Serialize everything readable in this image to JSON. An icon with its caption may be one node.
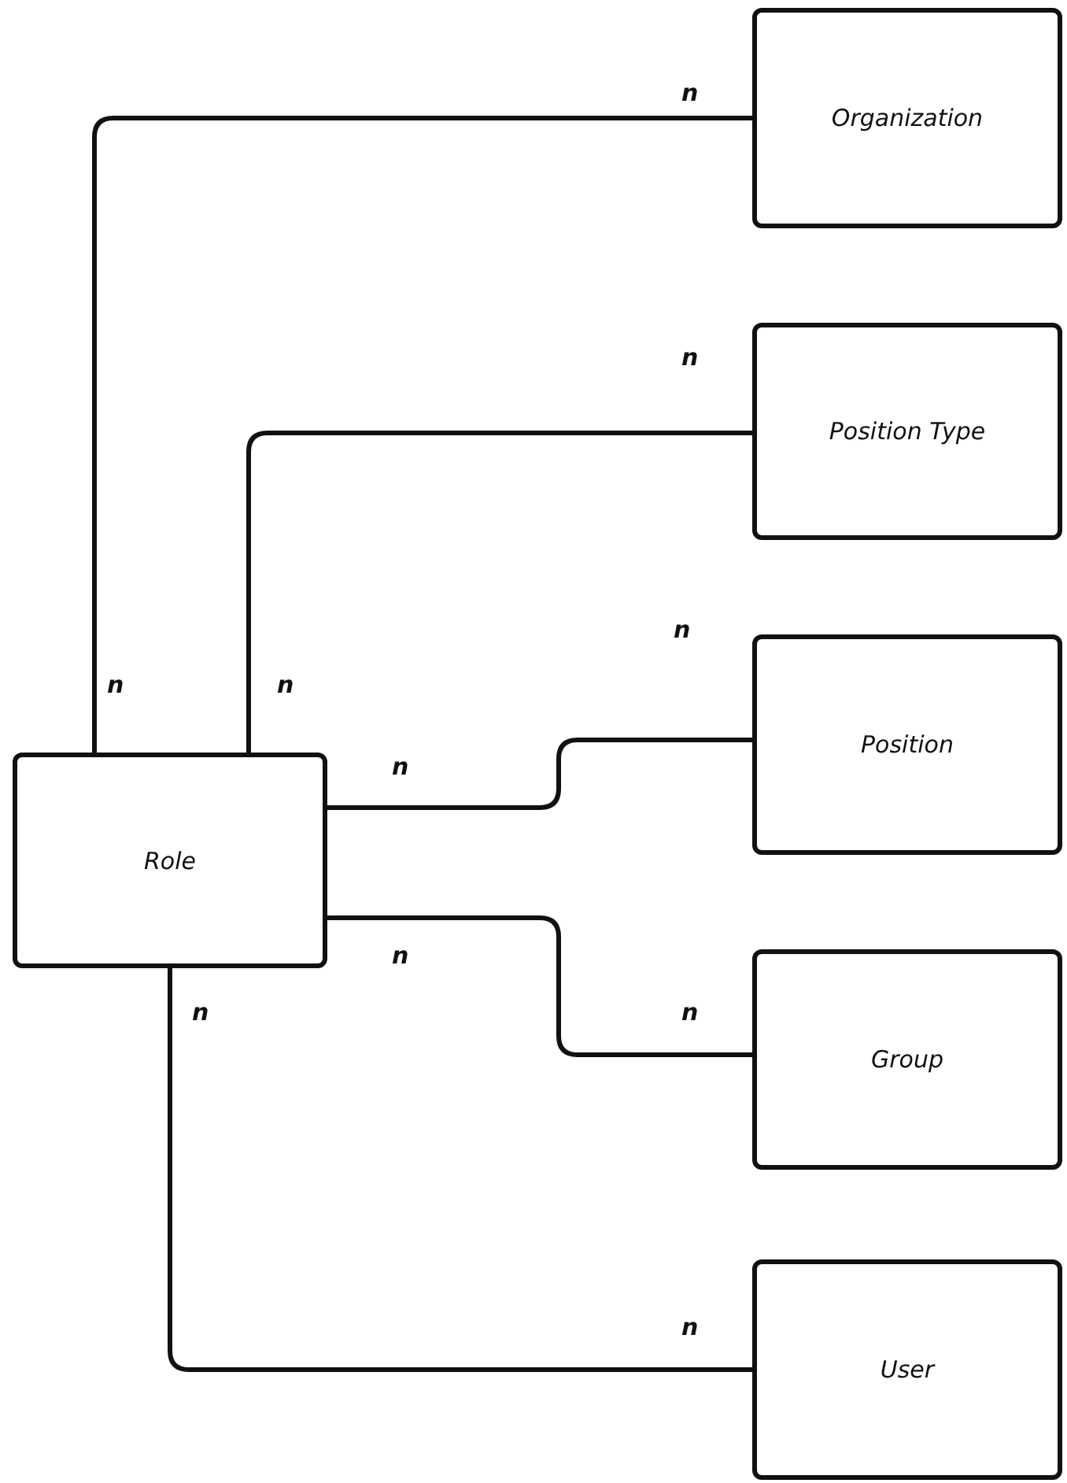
{
  "diagram": {
    "nodes": [
      {
        "text": [
          "Organization"
        ]
      },
      {
        "text": [
          "Position Type"
        ]
      },
      {
        "text": [
          "Position"
        ]
      },
      {
        "text": [
          "Role"
        ]
      },
      {
        "text": [
          "Group"
        ]
      },
      {
        "text": [
          "User"
        ]
      }
    ],
    "edges": [
      {
        "from": 3,
        "to": 0,
        "arrow": "none"
      },
      {
        "from": 3,
        "to": 1,
        "arrow": "none"
      },
      {
        "from": 3,
        "to": 2,
        "arrow": "none"
      },
      {
        "from": 3,
        "to": 4,
        "arrow": "none"
      },
      {
        "from": 3,
        "to": 5,
        "arrow": "none"
      }
    ],
    "labels": [
      "n",
      "n",
      "n",
      "n",
      "n",
      "n",
      "n",
      "n",
      "n",
      "n"
    ]
  }
}
